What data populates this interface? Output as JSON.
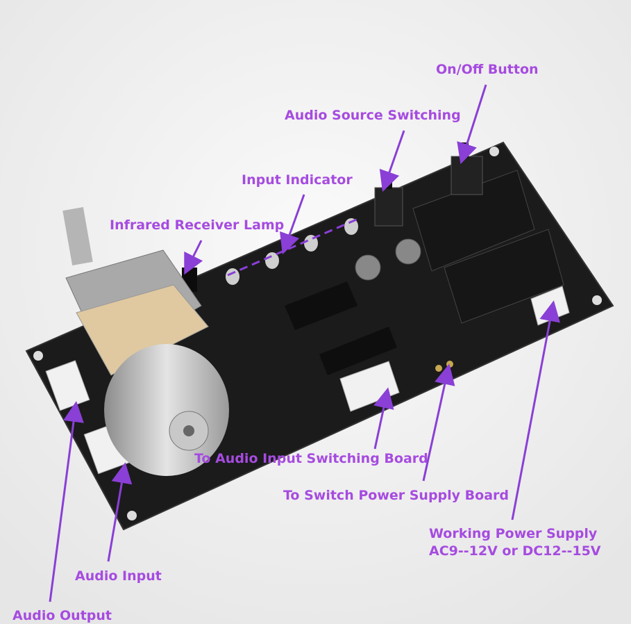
{
  "labels": {
    "on_off": "On/Off Button",
    "source_switching": "Audio Source Switching",
    "input_indicator": "Input Indicator",
    "ir_receiver": "Infrared Receiver Lamp",
    "to_input_board": "To Audio Input Switching Board",
    "to_power_board": "To Switch Power Supply Board",
    "power_line1": "Working Power Supply",
    "power_line2": "AC9--12V or DC12--15V",
    "audio_input": "Audio Input",
    "audio_output": "Audio Output"
  },
  "colors": {
    "annotation": "#a64be0",
    "arrow": "#8a3fd6",
    "board": "#1b1b1b"
  }
}
